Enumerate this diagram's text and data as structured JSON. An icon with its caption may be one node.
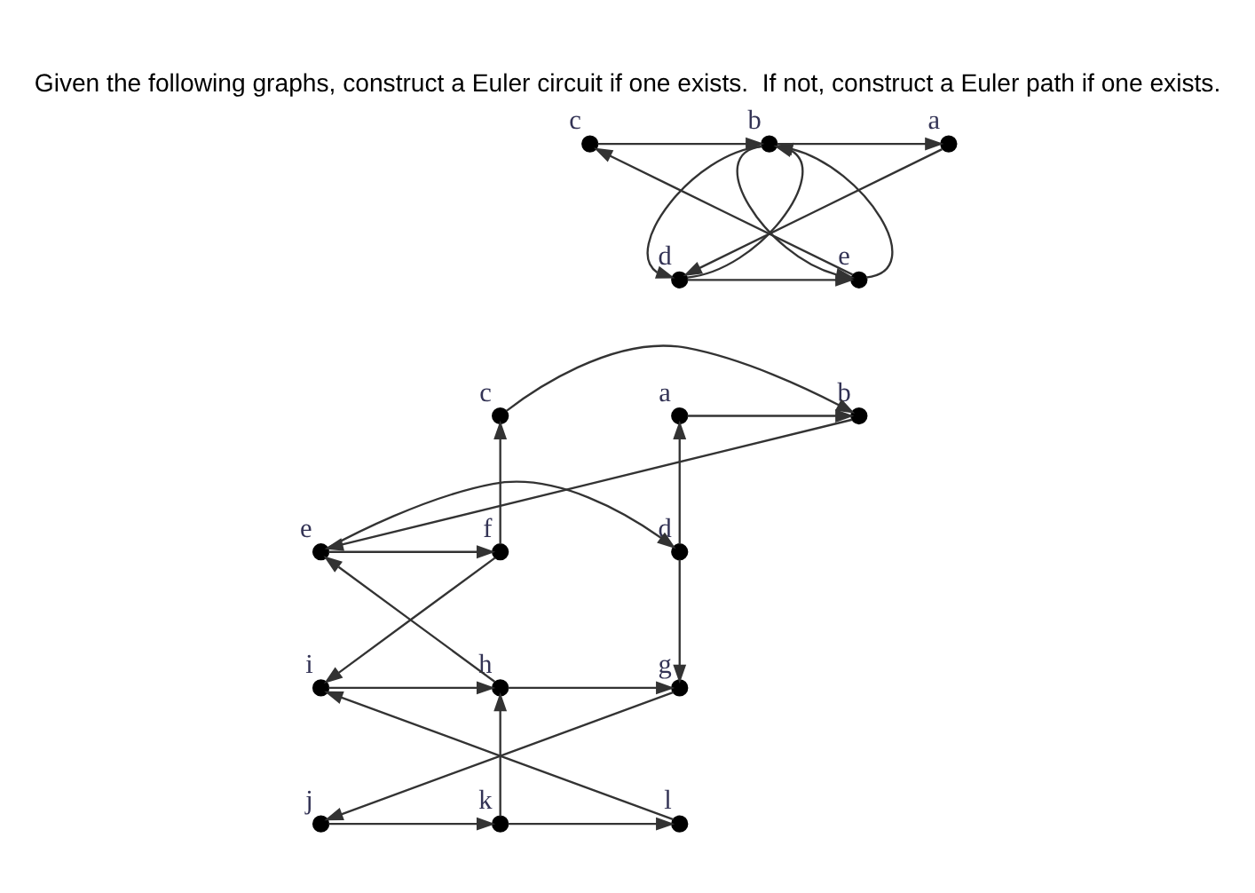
{
  "diagram": {
    "title": "Given the following graphs, construct a Euler circuit if one exists.  If not, construct a Euler path if one exists.",
    "nodes": [
      {
        "text": [],
        "shape": "circle",
        "beside": [
          "a"
        ]
      },
      {
        "text": [],
        "shape": "circle",
        "beside": [
          "b"
        ]
      },
      {
        "text": [],
        "shape": "circle",
        "beside": [
          "c"
        ]
      },
      {
        "text": [],
        "shape": "circle",
        "beside": [
          "d"
        ]
      },
      {
        "text": [],
        "shape": "circle",
        "beside": [
          "e"
        ]
      },
      {
        "text": [],
        "shape": "circle",
        "beside": [
          "a"
        ]
      },
      {
        "text": [],
        "shape": "circle",
        "beside": [
          "b"
        ]
      },
      {
        "text": [],
        "shape": "circle",
        "beside": [
          "c"
        ]
      },
      {
        "text": [],
        "shape": "circle",
        "beside": [
          "d"
        ]
      },
      {
        "text": [],
        "shape": "circle",
        "beside": [
          "e"
        ]
      },
      {
        "text": [],
        "shape": "circle",
        "beside": [
          "f"
        ]
      },
      {
        "text": [],
        "shape": "circle",
        "beside": [
          "g"
        ]
      },
      {
        "text": [],
        "shape": "circle",
        "beside": [
          "h"
        ]
      },
      {
        "text": [],
        "shape": "circle",
        "beside": [
          "i"
        ]
      },
      {
        "text": [],
        "shape": "circle",
        "beside": [
          "j"
        ]
      },
      {
        "text": [],
        "shape": "circle",
        "beside": [
          "k"
        ]
      },
      {
        "text": [],
        "shape": "circle",
        "beside": [
          "l"
        ]
      }
    ],
    "edges": [
      {
        "from": 1,
        "to": 0,
        "arrow": "to"
      },
      {
        "from": 2,
        "to": 1,
        "arrow": "to"
      },
      {
        "from": 0,
        "to": 3,
        "arrow": "to"
      },
      {
        "from": 3,
        "to": 1,
        "arrow": "to"
      },
      {
        "from": 1,
        "to": 3,
        "arrow": "to"
      },
      {
        "from": 1,
        "to": 4,
        "arrow": "to"
      },
      {
        "from": 4,
        "to": 1,
        "arrow": "to"
      },
      {
        "from": 3,
        "to": 4,
        "arrow": "to"
      },
      {
        "from": 4,
        "to": 2,
        "arrow": "to"
      },
      {
        "from": 5,
        "to": 6,
        "arrow": "to"
      },
      {
        "from": 7,
        "to": 6,
        "arrow": "to"
      },
      {
        "from": 8,
        "to": 5,
        "arrow": "to"
      },
      {
        "from": 6,
        "to": 9,
        "arrow": "to"
      },
      {
        "from": 10,
        "to": 7,
        "arrow": "to"
      },
      {
        "from": 9,
        "to": 8,
        "arrow": "to"
      },
      {
        "from": 9,
        "to": 10,
        "arrow": "to"
      },
      {
        "from": 8,
        "to": 11,
        "arrow": "to"
      },
      {
        "from": 12,
        "to": 9,
        "arrow": "to"
      },
      {
        "from": 10,
        "to": 13,
        "arrow": "to"
      },
      {
        "from": 12,
        "to": 11,
        "arrow": "to"
      },
      {
        "from": 13,
        "to": 12,
        "arrow": "to"
      },
      {
        "from": 11,
        "to": 14,
        "arrow": "to"
      },
      {
        "from": 15,
        "to": 12,
        "arrow": "to"
      },
      {
        "from": 16,
        "to": 13,
        "arrow": "to"
      },
      {
        "from": 14,
        "to": 15,
        "arrow": "to"
      },
      {
        "from": 15,
        "to": 16,
        "arrow": "to"
      }
    ]
  }
}
